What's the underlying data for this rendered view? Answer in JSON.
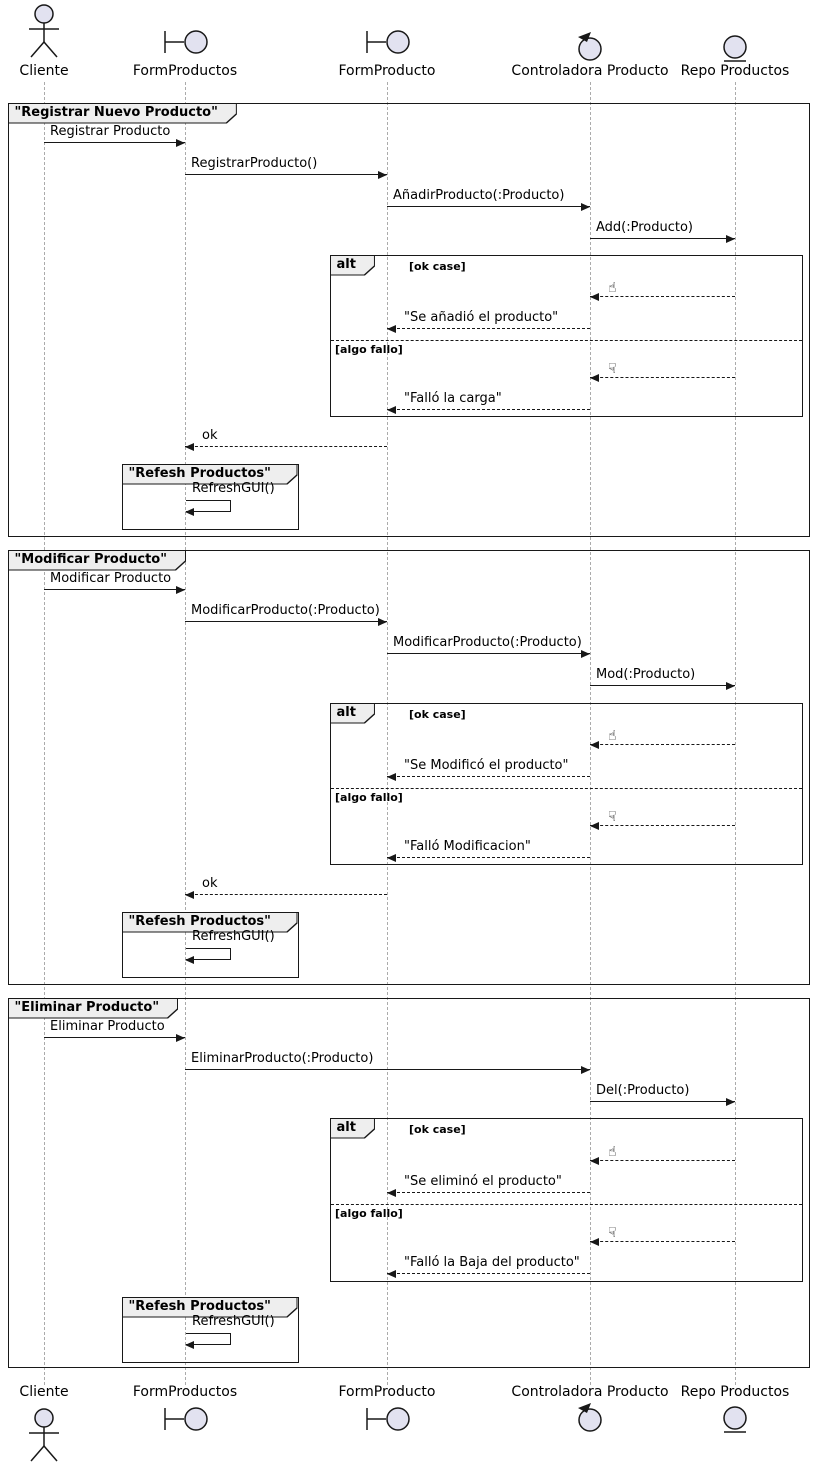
{
  "participants": [
    {
      "label": "Cliente",
      "type": "actor"
    },
    {
      "label": "FormProductos",
      "type": "boundary"
    },
    {
      "label": "FormProducto",
      "type": "boundary"
    },
    {
      "label": "Controladora Producto",
      "type": "control"
    },
    {
      "label": "Repo Productos",
      "type": "entity"
    }
  ],
  "sections": [
    {
      "title": "\"Registrar Nuevo Producto\"",
      "calls": [
        {
          "label": "Registrar Producto"
        },
        {
          "label": "RegistrarProducto()"
        },
        {
          "label": "AñadirProducto(:Producto)"
        },
        {
          "label": "Add(:Producto)"
        }
      ],
      "alt": {
        "keyword": "alt",
        "ok_guard": "[ok case]",
        "ok_icon": "☝",
        "ok_reply": "\"Se añadió el producto\"",
        "fail_guard": "[algo fallo]",
        "fail_icon": "☟",
        "fail_reply": "\"Falló la carga\""
      },
      "return_label": "ok",
      "refresh": {
        "title": "\"Refesh Productos\"",
        "call": "RefreshGUI()"
      }
    },
    {
      "title": "\"Modificar Producto\"",
      "calls": [
        {
          "label": "Modificar Producto"
        },
        {
          "label": "ModificarProducto(:Producto)"
        },
        {
          "label": "ModificarProducto(:Producto)"
        },
        {
          "label": "Mod(:Producto)"
        }
      ],
      "alt": {
        "keyword": "alt",
        "ok_guard": "[ok case]",
        "ok_icon": "☝",
        "ok_reply": "\"Se Modificó el producto\"",
        "fail_guard": "[algo fallo]",
        "fail_icon": "☟",
        "fail_reply": "\"Falló Modificacion\""
      },
      "return_label": "ok",
      "refresh": {
        "title": "\"Refesh Productos\"",
        "call": "RefreshGUI()"
      }
    },
    {
      "title": "\"Eliminar Producto\"",
      "calls": [
        {
          "label": "Eliminar Producto"
        },
        {
          "label": "EliminarProducto(:Producto)"
        },
        {
          "label": "Del(:Producto)"
        }
      ],
      "alt": {
        "keyword": "alt",
        "ok_guard": "[ok case]",
        "ok_icon": "☝",
        "ok_reply": "\"Se eliminó el producto\"",
        "fail_guard": "[algo fallo]",
        "fail_icon": "☟",
        "fail_reply": "\"Falló la Baja del producto\""
      },
      "refresh": {
        "title": "\"Refesh Productos\"",
        "call": "RefreshGUI()"
      }
    }
  ],
  "colors": {
    "frame_border": "#181818",
    "tab_bg": "#EEEEEE",
    "icon_fill": "#E2E2F0",
    "lifeline": "#ABABAB"
  }
}
